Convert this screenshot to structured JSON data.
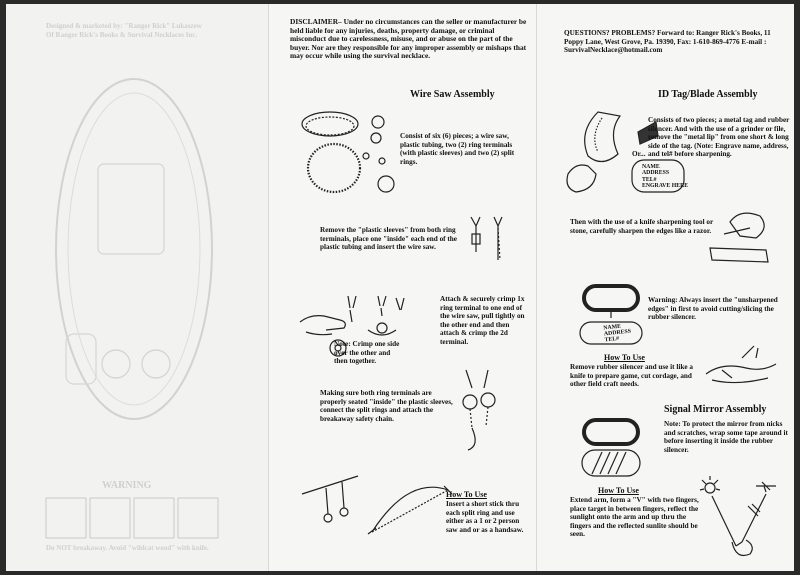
{
  "left_panel": {
    "bleed_line_1": "Designed & marketed by: \"Ranger Rick\" Lukaszew",
    "bleed_line_2": "Of Ranger Rick's Books & Survival Necklaces Inc.",
    "warning": "WARNING",
    "caption": "Do NOT breakaway. Avoid \"wildcat wood\" with knife."
  },
  "disclaimer": {
    "label": "DISCLAIMER",
    "text": "– Under no circumstances can the seller or manufacturer be held liable for any injuries, deaths, property damage, or criminal misconduct due to carelessness, misuse, and or abuse on the part of the buyer. Nor are they responsible for any improper assembly or mishaps that may occur while using the survival necklace."
  },
  "wire_saw": {
    "title": "Wire Saw Assembly",
    "step1": "Consist of six (6) pieces; a wire saw, plastic tubing, two (2) ring terminals (with plastic sleeves) and two (2) split rings.",
    "step2": "Remove the \"plastic sleeves\" from both ring terminals, place one \"inside\" each end of the plastic tubing and insert the wire saw.",
    "step3": "Attach & securely crimp 1x ring terminal to one end of the wire saw, pull tightly on the other end and then attach & crimp the 2d terminal.",
    "note": "Note: Crimp one side over the other and then together.",
    "step4": "Making sure both ring terminals are properly seated \"inside\" the plastic sleeves, connect the split rings and attach the breakaway safety chain.",
    "how_title": "How To Use",
    "how_text": "Insert a short stick thru each split ring and use either as a 1 or 2 person saw and or as a handsaw."
  },
  "questions": {
    "text": "QUESTIONS? PROBLEMS? Forward to: Ranger Rick's Books, 11 Poppy Lane, West Grove, Pa. 19390, Fax: 1-610-869-4776 E-mail : SurvivalNecklace@hotmail.com"
  },
  "id_tag": {
    "title": "ID Tag/Blade Assembly",
    "step1": "Consists of two pieces; a metal tag and rubber silencer. And with the use of a grinder or file, remove the \"metal lip\" from one short & long side of the tag. (Note: Engrave name, address, and tel# before sharpening.",
    "or": "Or...",
    "tag_lines": [
      "NAME",
      "ADDRESS",
      "TEL#",
      "ENGRAVE HERE"
    ],
    "step2": "Then with the use of a knife sharpening tool or stone, carefully sharpen the edges like a razor.",
    "warning": "Warning: Always insert the \"unsharpened edges\" in first to avoid cutting/slicing the rubber silencer.",
    "how_title": "How To Use",
    "how_text": "Remove rubber silencer and use it like a knife to prepare game, cut cordage, and other field craft needs."
  },
  "mirror": {
    "title": "Signal Mirror Assembly",
    "note": "Note: To protect the mirror from nicks and scratches, wrap some tape around it before inserting it inside the rubber silencer.",
    "how_title": "How To Use",
    "how_text": "Extend arm, form a \"V\" with two fingers, place target in between fingers, reflect the sunlight onto the arm and up thru the fingers and the reflected sunlite should be seen."
  }
}
